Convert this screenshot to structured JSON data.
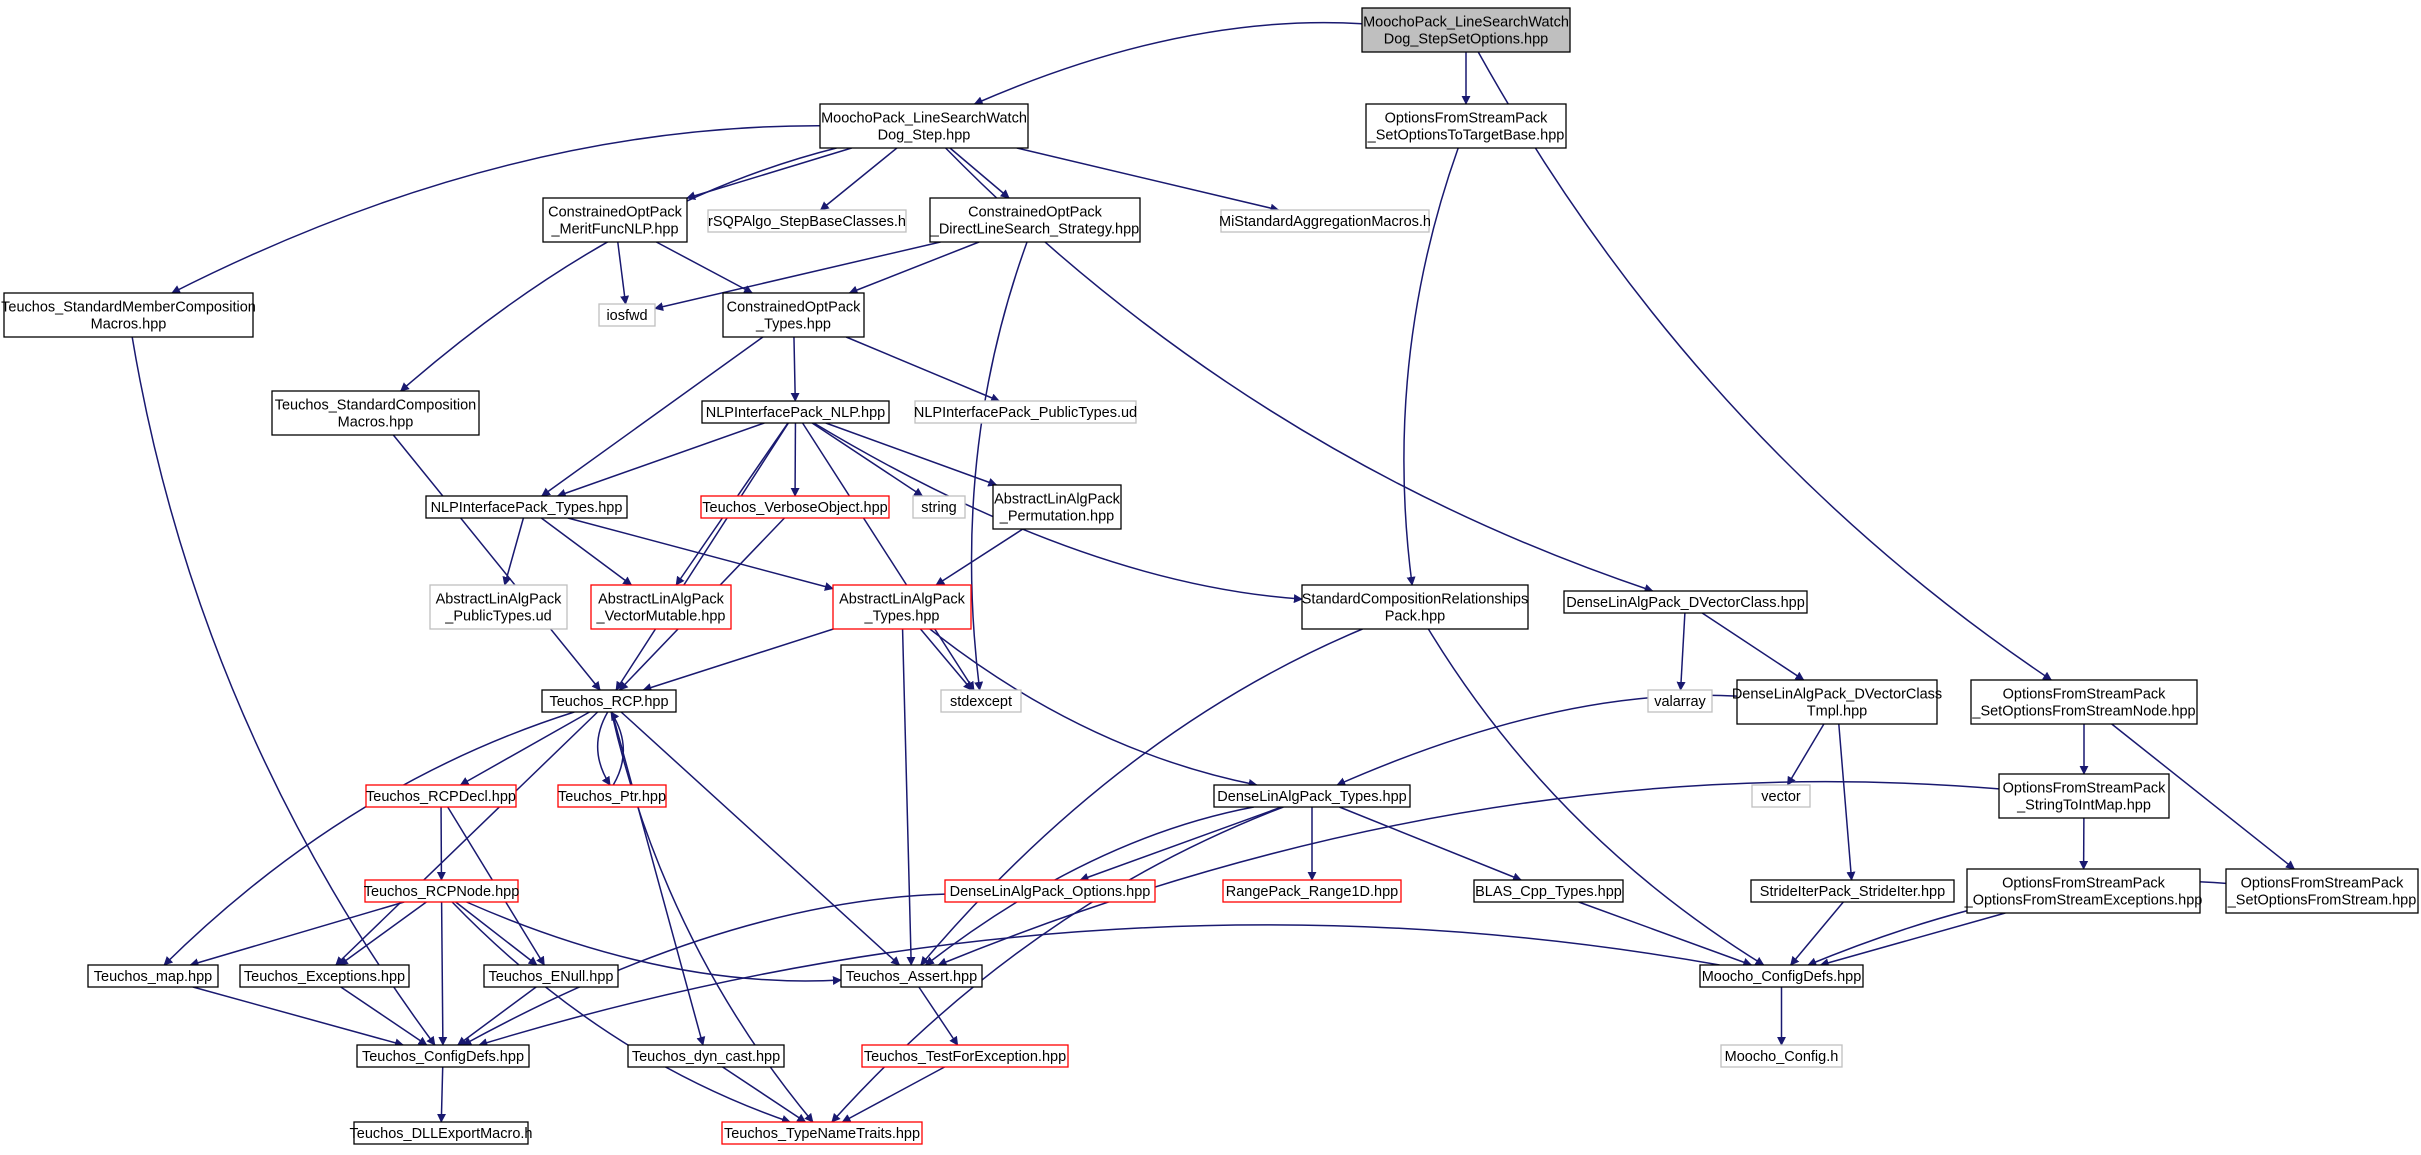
{
  "colors": {
    "edge": "#191970",
    "border_default": "#000000",
    "border_external": "#bfbfbf",
    "border_truncated": "#ff0000",
    "root_fill": "#bfbfbf",
    "node_fill": "#ffffff"
  },
  "nodes": [
    {
      "id": "root",
      "lines": [
        "MoochoPack_LineSearchWatch",
        "Dog_StepSetOptions.hpp"
      ],
      "style": "root"
    },
    {
      "id": "lswd",
      "lines": [
        "MoochoPack_LineSearchWatch",
        "Dog_Step.hpp"
      ],
      "style": "normal"
    },
    {
      "id": "ofs_sotb",
      "lines": [
        "OptionsFromStreamPack",
        "_SetOptionsToTargetBase.hpp"
      ],
      "style": "normal"
    },
    {
      "id": "co_mf",
      "lines": [
        "ConstrainedOptPack",
        "_MeritFuncNLP.hpp"
      ],
      "style": "normal"
    },
    {
      "id": "rsqp",
      "lines": [
        "rSQPAlgo_StepBaseClasses.h"
      ],
      "style": "external"
    },
    {
      "id": "co_dls",
      "lines": [
        "ConstrainedOptPack",
        "_DirectLineSearch_Strategy.hpp"
      ],
      "style": "normal"
    },
    {
      "id": "mi_sam",
      "lines": [
        "MiStandardAggregationMacros.h"
      ],
      "style": "external"
    },
    {
      "id": "t_smc",
      "lines": [
        "Teuchos_StandardMemberComposition",
        "Macros.hpp"
      ],
      "style": "normal"
    },
    {
      "id": "iosfwd",
      "lines": [
        "iosfwd"
      ],
      "style": "external"
    },
    {
      "id": "co_types",
      "lines": [
        "ConstrainedOptPack",
        "_Types.hpp"
      ],
      "style": "normal"
    },
    {
      "id": "t_scm",
      "lines": [
        "Teuchos_StandardComposition",
        "Macros.hpp"
      ],
      "style": "normal"
    },
    {
      "id": "nlp_nlp",
      "lines": [
        "NLPInterfacePack_NLP.hpp"
      ],
      "style": "normal"
    },
    {
      "id": "nlp_put",
      "lines": [
        "NLPInterfacePack_PublicTypes.ud"
      ],
      "style": "external"
    },
    {
      "id": "nlp_types",
      "lines": [
        "NLPInterfacePack_Types.hpp"
      ],
      "style": "normal"
    },
    {
      "id": "t_vo",
      "lines": [
        "Teuchos_VerboseObject.hpp"
      ],
      "style": "truncated"
    },
    {
      "id": "string",
      "lines": [
        "string"
      ],
      "style": "external"
    },
    {
      "id": "ala_perm",
      "lines": [
        "AbstractLinAlgPack",
        "_Permutation.hpp"
      ],
      "style": "normal"
    },
    {
      "id": "ala_put",
      "lines": [
        "AbstractLinAlgPack",
        "_PublicTypes.ud"
      ],
      "style": "external"
    },
    {
      "id": "ala_vm",
      "lines": [
        "AbstractLinAlgPack",
        "_VectorMutable.hpp"
      ],
      "style": "truncated"
    },
    {
      "id": "ala_types",
      "lines": [
        "AbstractLinAlgPack",
        "_Types.hpp"
      ],
      "style": "truncated"
    },
    {
      "id": "scrp",
      "lines": [
        "StandardCompositionRelationships",
        "Pack.hpp"
      ],
      "style": "normal"
    },
    {
      "id": "dla_dvc",
      "lines": [
        "DenseLinAlgPack_DVectorClass.hpp"
      ],
      "style": "normal"
    },
    {
      "id": "t_rcp",
      "lines": [
        "Teuchos_RCP.hpp"
      ],
      "style": "normal"
    },
    {
      "id": "stdexcept",
      "lines": [
        "stdexcept"
      ],
      "style": "external"
    },
    {
      "id": "valarray",
      "lines": [
        "valarray"
      ],
      "style": "external"
    },
    {
      "id": "dla_dvct",
      "lines": [
        "DenseLinAlgPack_DVectorClass",
        "Tmpl.hpp"
      ],
      "style": "normal"
    },
    {
      "id": "ofs_sofsn",
      "lines": [
        "OptionsFromStreamPack",
        "_SetOptionsFromStreamNode.hpp"
      ],
      "style": "normal"
    },
    {
      "id": "t_rcpdecl",
      "lines": [
        "Teuchos_RCPDecl.hpp"
      ],
      "style": "truncated"
    },
    {
      "id": "t_ptr",
      "lines": [
        "Teuchos_Ptr.hpp"
      ],
      "style": "truncated"
    },
    {
      "id": "dla_types",
      "lines": [
        "DenseLinAlgPack_Types.hpp"
      ],
      "style": "normal"
    },
    {
      "id": "vector",
      "lines": [
        "vector"
      ],
      "style": "external"
    },
    {
      "id": "ofs_stim",
      "lines": [
        "OptionsFromStreamPack",
        "_StringToIntMap.hpp"
      ],
      "style": "normal"
    },
    {
      "id": "t_rcpnode",
      "lines": [
        "Teuchos_RCPNode.hpp"
      ],
      "style": "truncated"
    },
    {
      "id": "dla_opts",
      "lines": [
        "DenseLinAlgPack_Options.hpp"
      ],
      "style": "truncated"
    },
    {
      "id": "rp_r1d",
      "lines": [
        "RangePack_Range1D.hpp"
      ],
      "style": "truncated"
    },
    {
      "id": "blas",
      "lines": [
        "BLAS_Cpp_Types.hpp"
      ],
      "style": "normal"
    },
    {
      "id": "sip_si",
      "lines": [
        "StrideIterPack_StrideIter.hpp"
      ],
      "style": "normal"
    },
    {
      "id": "ofs_ofse",
      "lines": [
        "OptionsFromStreamPack",
        "_OptionsFromStreamExceptions.hpp"
      ],
      "style": "normal"
    },
    {
      "id": "ofs_sofs",
      "lines": [
        "OptionsFromStreamPack",
        "_SetOptionsFromStream.hpp"
      ],
      "style": "normal"
    },
    {
      "id": "t_map",
      "lines": [
        "Teuchos_map.hpp"
      ],
      "style": "normal"
    },
    {
      "id": "t_exc",
      "lines": [
        "Teuchos_Exceptions.hpp"
      ],
      "style": "normal"
    },
    {
      "id": "t_enull",
      "lines": [
        "Teuchos_ENull.hpp"
      ],
      "style": "normal"
    },
    {
      "id": "t_assert",
      "lines": [
        "Teuchos_Assert.hpp"
      ],
      "style": "normal"
    },
    {
      "id": "m_cd",
      "lines": [
        "Moocho_ConfigDefs.hpp"
      ],
      "style": "normal"
    },
    {
      "id": "t_cd",
      "lines": [
        "Teuchos_ConfigDefs.hpp"
      ],
      "style": "normal"
    },
    {
      "id": "t_dc",
      "lines": [
        "Teuchos_dyn_cast.hpp"
      ],
      "style": "normal"
    },
    {
      "id": "t_tfe",
      "lines": [
        "Teuchos_TestForException.hpp"
      ],
      "style": "truncated"
    },
    {
      "id": "m_config",
      "lines": [
        "Moocho_Config.h"
      ],
      "style": "external"
    },
    {
      "id": "t_dll",
      "lines": [
        "Teuchos_DLLExportMacro.h"
      ],
      "style": "normal"
    },
    {
      "id": "t_tnt",
      "lines": [
        "Teuchos_TypeNameTraits.hpp"
      ],
      "style": "truncated"
    }
  ],
  "edges": [
    [
      "root",
      "lswd"
    ],
    [
      "root",
      "ofs_sotb"
    ],
    [
      "root",
      "ofs_sofsn"
    ],
    [
      "lswd",
      "co_mf"
    ],
    [
      "lswd",
      "rsqp"
    ],
    [
      "lswd",
      "co_dls"
    ],
    [
      "lswd",
      "mi_sam"
    ],
    [
      "lswd",
      "t_smc"
    ],
    [
      "lswd",
      "t_scm"
    ],
    [
      "lswd",
      "dla_dvc"
    ],
    [
      "ofs_sotb",
      "scrp"
    ],
    [
      "co_mf",
      "iosfwd"
    ],
    [
      "co_mf",
      "co_types"
    ],
    [
      "co_dls",
      "iosfwd"
    ],
    [
      "co_dls",
      "co_types"
    ],
    [
      "co_dls",
      "stdexcept"
    ],
    [
      "t_smc",
      "t_cd"
    ],
    [
      "co_types",
      "nlp_nlp"
    ],
    [
      "co_types",
      "nlp_put"
    ],
    [
      "co_types",
      "nlp_types"
    ],
    [
      "t_scm",
      "t_rcp"
    ],
    [
      "nlp_nlp",
      "nlp_types"
    ],
    [
      "nlp_nlp",
      "t_vo"
    ],
    [
      "nlp_nlp",
      "string"
    ],
    [
      "nlp_nlp",
      "ala_perm"
    ],
    [
      "nlp_nlp",
      "ala_vm"
    ],
    [
      "nlp_nlp",
      "t_rcp"
    ],
    [
      "nlp_nlp",
      "scrp"
    ],
    [
      "nlp_nlp",
      "stdexcept"
    ],
    [
      "nlp_types",
      "ala_put"
    ],
    [
      "nlp_types",
      "ala_vm"
    ],
    [
      "nlp_types",
      "ala_types"
    ],
    [
      "t_vo",
      "t_rcp"
    ],
    [
      "ala_perm",
      "ala_types"
    ],
    [
      "ala_types",
      "t_rcp"
    ],
    [
      "ala_types",
      "stdexcept"
    ],
    [
      "ala_types",
      "dla_types"
    ],
    [
      "ala_types",
      "t_assert"
    ],
    [
      "scrp",
      "t_assert"
    ],
    [
      "scrp",
      "m_cd"
    ],
    [
      "dla_dvc",
      "valarray"
    ],
    [
      "dla_dvc",
      "dla_dvct"
    ],
    [
      "dla_dvct",
      "dla_types"
    ],
    [
      "dla_dvct",
      "vector"
    ],
    [
      "dla_dvct",
      "sip_si"
    ],
    [
      "ofs_sofsn",
      "ofs_stim"
    ],
    [
      "ofs_sofsn",
      "ofs_sofs"
    ],
    [
      "ofs_stim",
      "ofs_ofse"
    ],
    [
      "ofs_stim",
      "t_assert"
    ],
    [
      "t_rcp",
      "t_rcpdecl"
    ],
    [
      "t_rcp",
      "t_ptr"
    ],
    [
      "t_rcp",
      "t_map"
    ],
    [
      "t_rcp",
      "t_exc"
    ],
    [
      "t_rcp",
      "t_assert"
    ],
    [
      "t_rcp",
      "t_dc"
    ],
    [
      "t_rcp",
      "t_tnt"
    ],
    [
      "t_ptr",
      "t_rcp"
    ],
    [
      "t_rcpdecl",
      "t_rcpnode"
    ],
    [
      "t_rcpdecl",
      "t_enull"
    ],
    [
      "t_rcpnode",
      "t_map"
    ],
    [
      "t_rcpnode",
      "t_exc"
    ],
    [
      "t_rcpnode",
      "t_enull"
    ],
    [
      "t_rcpnode",
      "t_cd"
    ],
    [
      "t_rcpnode",
      "t_assert"
    ],
    [
      "t_rcpnode",
      "t_tnt"
    ],
    [
      "dla_types",
      "dla_opts"
    ],
    [
      "dla_types",
      "rp_r1d"
    ],
    [
      "dla_types",
      "blas"
    ],
    [
      "dla_types",
      "t_assert"
    ],
    [
      "dla_types",
      "t_tnt"
    ],
    [
      "dla_opts",
      "t_cd"
    ],
    [
      "blas",
      "m_cd"
    ],
    [
      "sip_si",
      "m_cd"
    ],
    [
      "ofs_ofse",
      "m_cd"
    ],
    [
      "ofs_sofs",
      "m_cd"
    ],
    [
      "t_map",
      "t_cd"
    ],
    [
      "t_exc",
      "t_cd"
    ],
    [
      "t_enull",
      "t_cd"
    ],
    [
      "t_assert",
      "t_tfe"
    ],
    [
      "m_cd",
      "t_cd"
    ],
    [
      "m_cd",
      "m_config"
    ],
    [
      "t_cd",
      "t_dll"
    ],
    [
      "t_dc",
      "t_tnt"
    ],
    [
      "t_tfe",
      "t_tnt"
    ]
  ]
}
